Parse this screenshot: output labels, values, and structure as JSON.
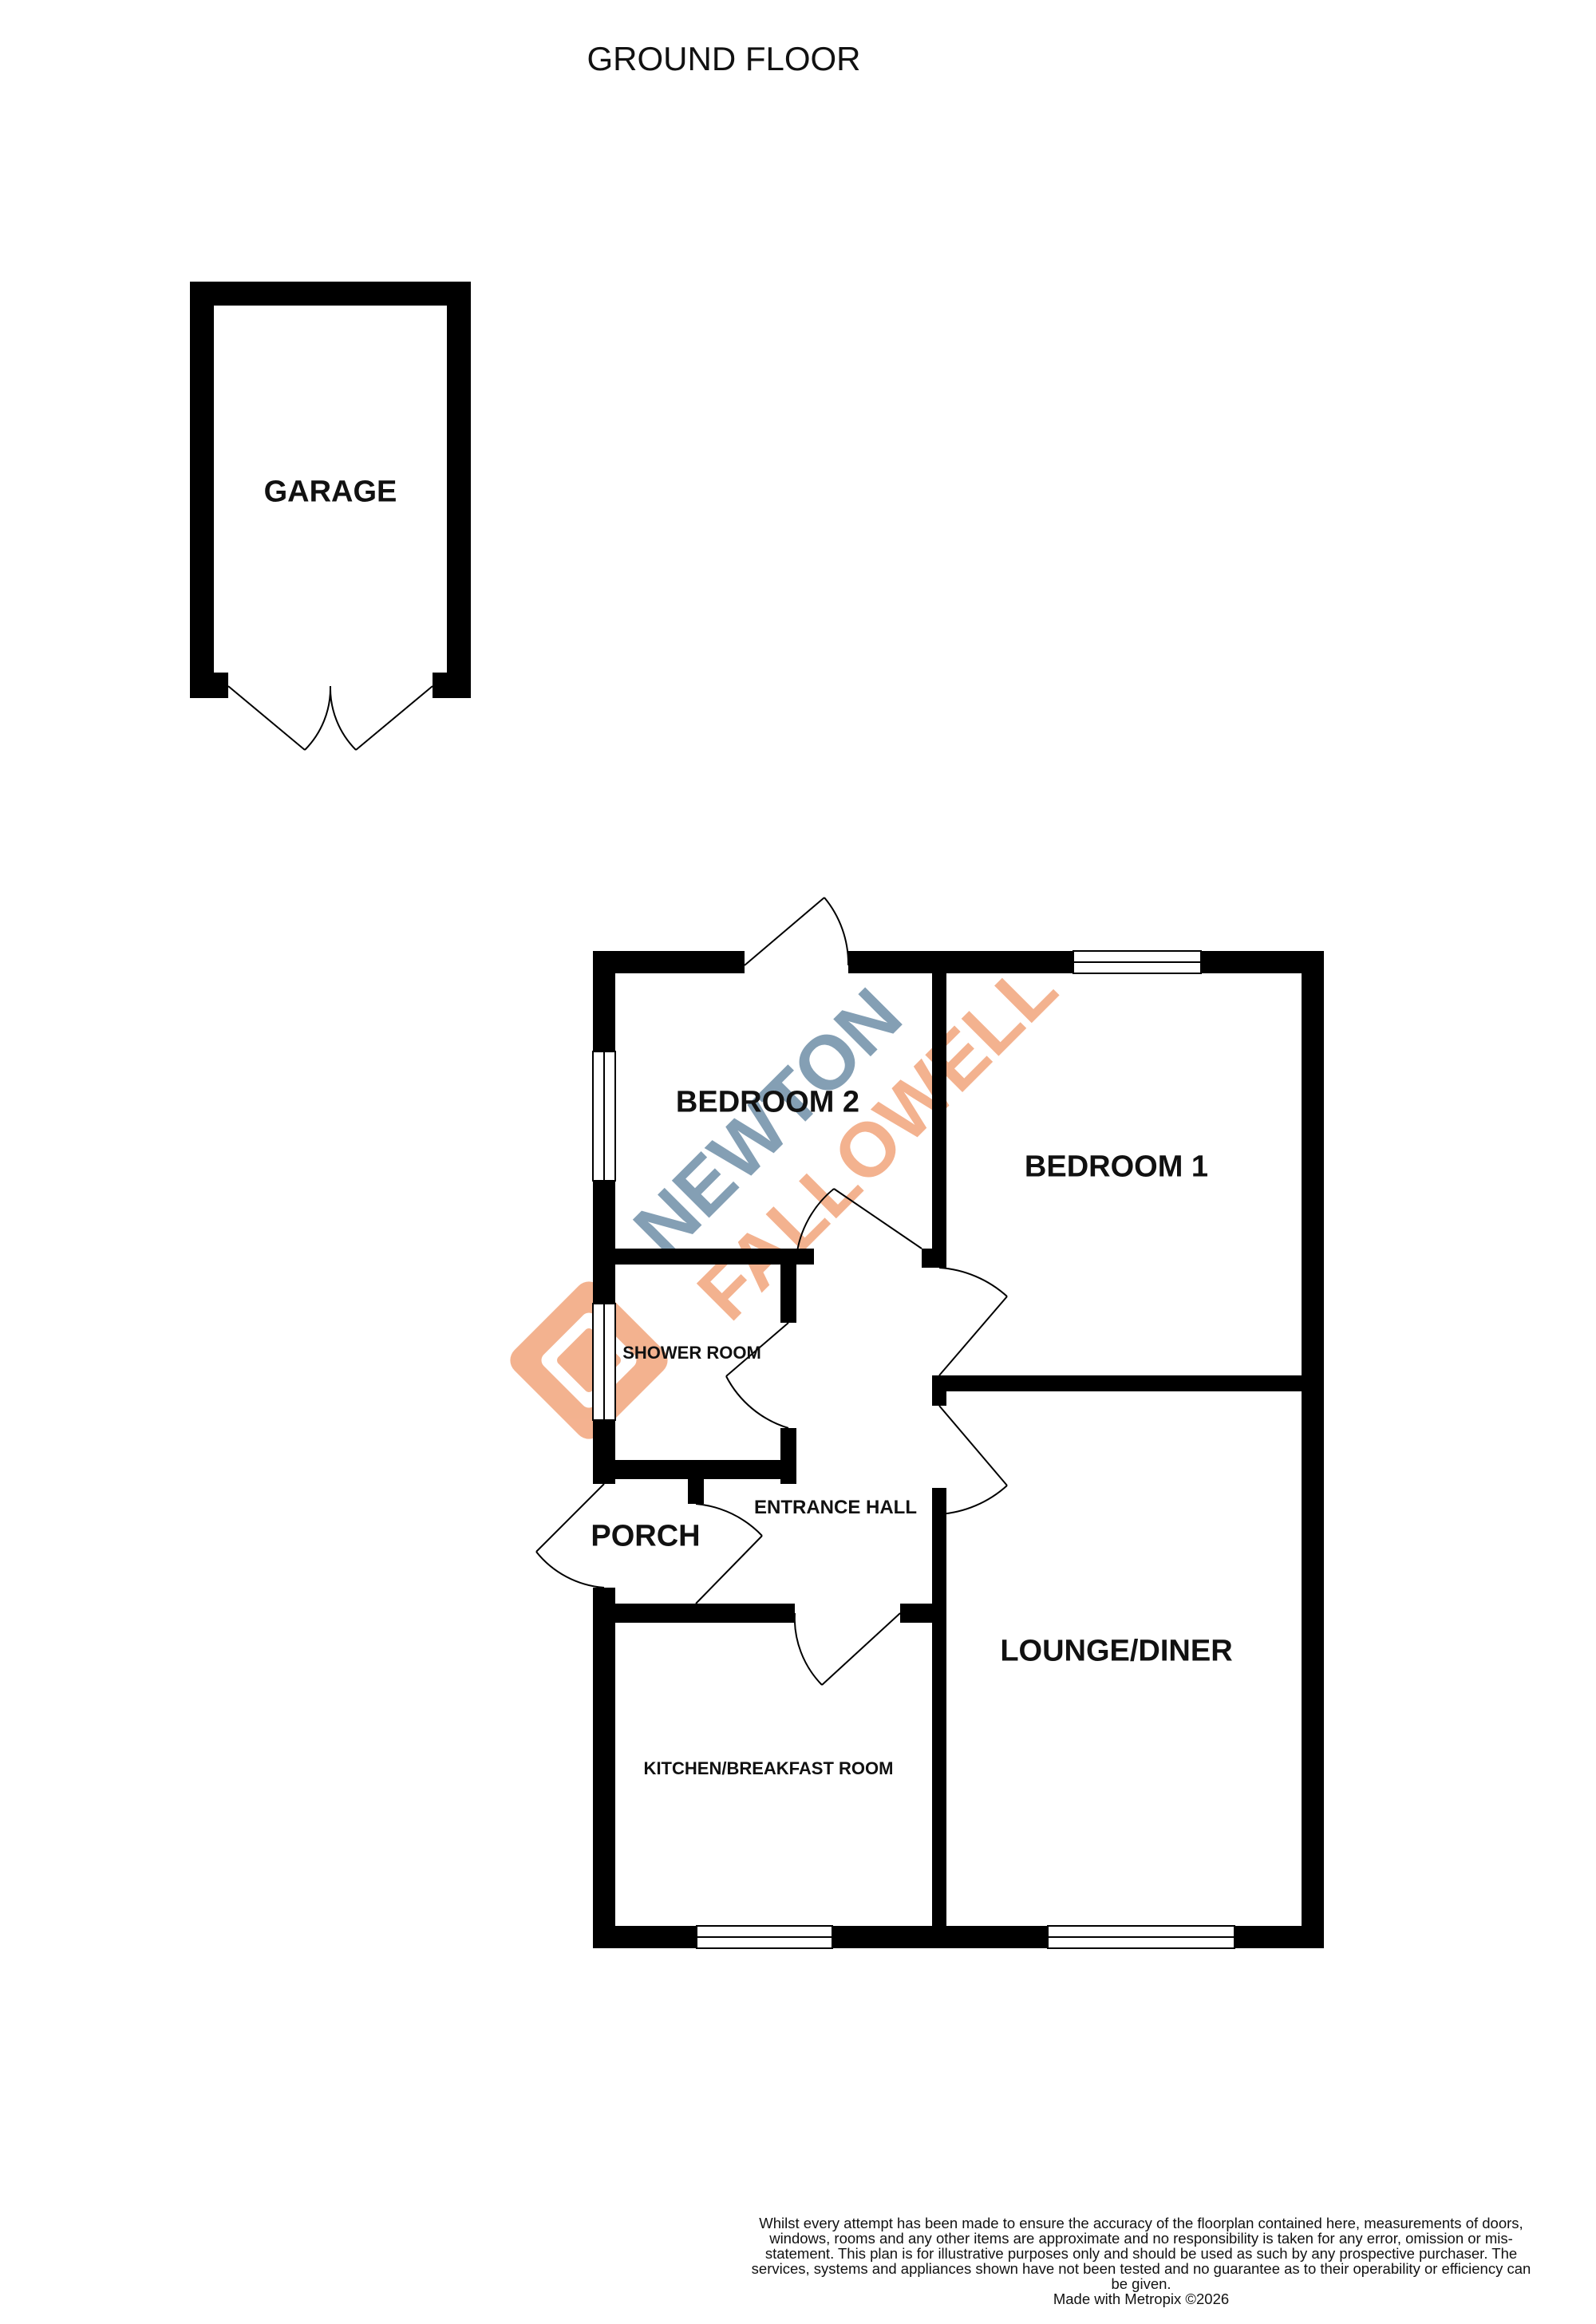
{
  "title": "GROUND FLOOR",
  "rooms": {
    "garage": "GARAGE",
    "bedroom2": "BEDROOM 2",
    "bedroom1": "BEDROOM 1",
    "shower_room": "SHOWER ROOM",
    "entrance_hall": "ENTRANCE HALL",
    "porch": "PORCH",
    "lounge_diner": "LOUNGE/DINER",
    "kitchen": "KITCHEN/BREAKFAST ROOM"
  },
  "watermark": {
    "line1": "NEWTON",
    "line2": "FALLOWELL",
    "color_line1": "#6f8fa8",
    "color_line2": "#f2a57c"
  },
  "disclaimer": {
    "text": "Whilst every attempt has been made to ensure the accuracy of the floorplan contained here, measurements of doors, windows, rooms and any other items are approximate and no responsibility is taken for any error, omission or mis-statement. This plan is for illustrative purposes only and should be used as such by any prospective purchaser. The services, systems and appliances shown have not been tested and no guarantee as to their operability or efficiency can be given.",
    "made_with": "Made with Metropix ©2026"
  },
  "colors": {
    "wall": "#000000",
    "background": "#ffffff"
  }
}
